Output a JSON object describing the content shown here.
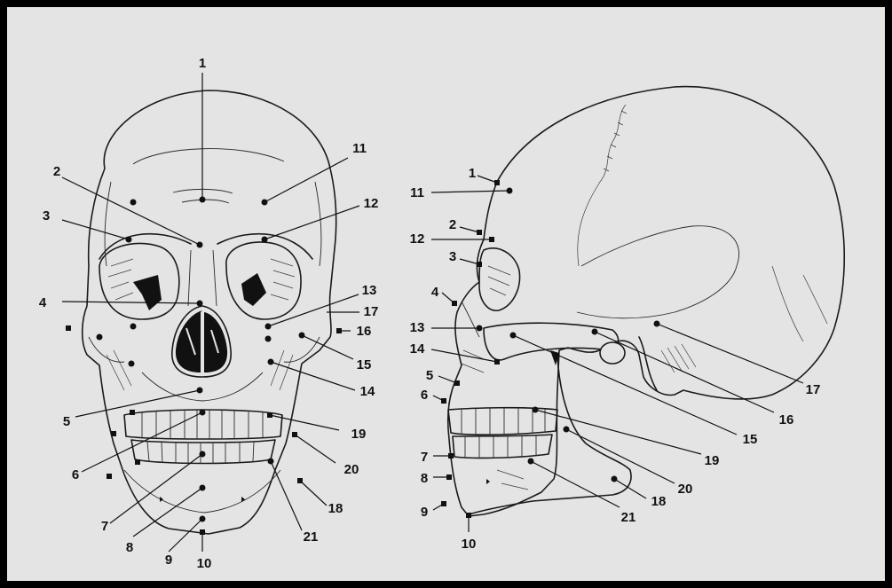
{
  "frontal": {
    "labels": [
      "1",
      "2",
      "3",
      "4",
      "5",
      "6",
      "7",
      "8",
      "9",
      "10",
      "11",
      "12",
      "13",
      "14",
      "15",
      "16",
      "17",
      "18",
      "19",
      "20",
      "21"
    ]
  },
  "lateral": {
    "labels": [
      "1",
      "2",
      "3",
      "4",
      "5",
      "6",
      "7",
      "8",
      "9",
      "10",
      "11",
      "12",
      "13",
      "14",
      "15",
      "16",
      "17",
      "18",
      "19",
      "20",
      "21"
    ]
  },
  "colors": {
    "background": "#e4e4e4",
    "frame": "#000000",
    "ink": "#111111"
  }
}
